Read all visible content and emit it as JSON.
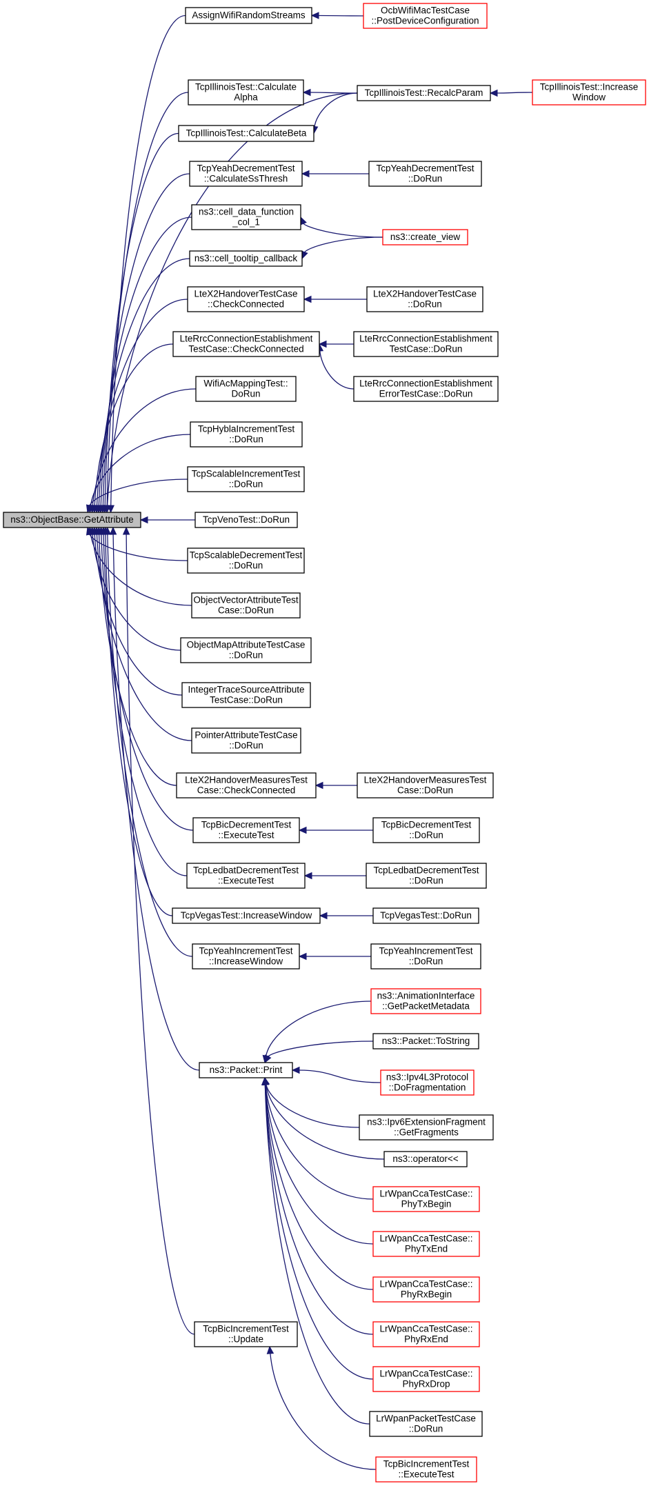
{
  "colors": {
    "edge": "#191970",
    "node_border": "#000000",
    "node_border_red": "#ff0000",
    "root_fill": "#bfbfbf"
  },
  "nodes": {
    "root": {
      "lines": [
        "ns3::ObjectBase::GetAttribute"
      ],
      "style": "root"
    },
    "assign": {
      "lines": [
        "AssignWifiRandomStreams"
      ],
      "style": "black"
    },
    "ocb": {
      "lines": [
        "OcbWifiMacTestCase",
        "::PostDeviceConfiguration"
      ],
      "style": "red"
    },
    "ill_alpha": {
      "lines": [
        "TcpIllinoisTest::Calculate",
        "Alpha"
      ],
      "style": "black"
    },
    "ill_recalc": {
      "lines": [
        "TcpIllinoisTest::RecalcParam"
      ],
      "style": "black"
    },
    "ill_incwin": {
      "lines": [
        "TcpIllinoisTest::Increase",
        "Window"
      ],
      "style": "red"
    },
    "ill_beta": {
      "lines": [
        "TcpIllinoisTest::CalculateBeta"
      ],
      "style": "black"
    },
    "yeah_dec": {
      "lines": [
        "TcpYeahDecrementTest",
        "::CalculateSsThresh"
      ],
      "style": "black"
    },
    "yeah_dec_run": {
      "lines": [
        "TcpYeahDecrementTest",
        "::DoRun"
      ],
      "style": "black"
    },
    "cell_data": {
      "lines": [
        "ns3::cell_data_function",
        "_col_1"
      ],
      "style": "black"
    },
    "create_view": {
      "lines": [
        "ns3::create_view"
      ],
      "style": "red"
    },
    "cell_tooltip": {
      "lines": [
        "ns3::cell_tooltip_callback"
      ],
      "style": "black"
    },
    "ltex2_cc": {
      "lines": [
        "LteX2HandoverTestCase",
        "::CheckConnected"
      ],
      "style": "black"
    },
    "ltex2_run": {
      "lines": [
        "LteX2HandoverTestCase",
        "::DoRun"
      ],
      "style": "black"
    },
    "lterrc_cc": {
      "lines": [
        "LteRrcConnectionEstablishment",
        "TestCase::CheckConnected"
      ],
      "style": "black"
    },
    "lterrc_run": {
      "lines": [
        "LteRrcConnectionEstablishment",
        "TestCase::DoRun"
      ],
      "style": "black"
    },
    "lterrc_err": {
      "lines": [
        "LteRrcConnectionEstablishment",
        "ErrorTestCase::DoRun"
      ],
      "style": "black"
    },
    "wifiac": {
      "lines": [
        "WifiAcMappingTest::",
        "DoRun"
      ],
      "style": "black"
    },
    "hybla": {
      "lines": [
        "TcpHyblaIncrementTest",
        "::DoRun"
      ],
      "style": "black"
    },
    "scal_inc": {
      "lines": [
        "TcpScalableIncrementTest",
        "::DoRun"
      ],
      "style": "black"
    },
    "veno": {
      "lines": [
        "TcpVenoTest::DoRun"
      ],
      "style": "black"
    },
    "scal_dec": {
      "lines": [
        "TcpScalableDecrementTest",
        "::DoRun"
      ],
      "style": "black"
    },
    "objvec": {
      "lines": [
        "ObjectVectorAttributeTest",
        "Case::DoRun"
      ],
      "style": "black"
    },
    "objmap": {
      "lines": [
        "ObjectMapAttributeTestCase",
        "::DoRun"
      ],
      "style": "black"
    },
    "inttrace": {
      "lines": [
        "IntegerTraceSourceAttribute",
        "TestCase::DoRun"
      ],
      "style": "black"
    },
    "pointer": {
      "lines": [
        "PointerAttributeTestCase",
        "::DoRun"
      ],
      "style": "black"
    },
    "ltex2m_cc": {
      "lines": [
        "LteX2HandoverMeasuresTest",
        "Case::CheckConnected"
      ],
      "style": "black"
    },
    "ltex2m_run": {
      "lines": [
        "LteX2HandoverMeasuresTest",
        "Case::DoRun"
      ],
      "style": "black"
    },
    "bicdec": {
      "lines": [
        "TcpBicDecrementTest",
        "::ExecuteTest"
      ],
      "style": "black"
    },
    "bicdec_run": {
      "lines": [
        "TcpBicDecrementTest",
        "::DoRun"
      ],
      "style": "black"
    },
    "ledbat": {
      "lines": [
        "TcpLedbatDecrementTest",
        "::ExecuteTest"
      ],
      "style": "black"
    },
    "ledbat_run": {
      "lines": [
        "TcpLedbatDecrementTest",
        "::DoRun"
      ],
      "style": "black"
    },
    "vegas": {
      "lines": [
        "TcpVegasTest::IncreaseWindow"
      ],
      "style": "black"
    },
    "vegas_run": {
      "lines": [
        "TcpVegasTest::DoRun"
      ],
      "style": "black"
    },
    "yeah_inc": {
      "lines": [
        "TcpYeahIncrementTest",
        "::IncreaseWindow"
      ],
      "style": "black"
    },
    "yeah_inc_run": {
      "lines": [
        "TcpYeahIncrementTest",
        "::DoRun"
      ],
      "style": "black"
    },
    "pkt_print": {
      "lines": [
        "ns3::Packet::Print"
      ],
      "style": "black"
    },
    "anim": {
      "lines": [
        "ns3::AnimationInterface",
        "::GetPacketMetadata"
      ],
      "style": "red"
    },
    "tostring": {
      "lines": [
        "ns3::Packet::ToString"
      ],
      "style": "black"
    },
    "ipv4frag": {
      "lines": [
        "ns3::Ipv4L3Protocol",
        "::DoFragmentation"
      ],
      "style": "red"
    },
    "ipv6frag": {
      "lines": [
        "ns3::Ipv6ExtensionFragment",
        "::GetFragments"
      ],
      "style": "black"
    },
    "operator": {
      "lines": [
        "ns3::operator<<"
      ],
      "style": "black"
    },
    "phytxbegin": {
      "lines": [
        "LrWpanCcaTestCase::",
        "PhyTxBegin"
      ],
      "style": "red"
    },
    "phytxend": {
      "lines": [
        "LrWpanCcaTestCase::",
        "PhyTxEnd"
      ],
      "style": "red"
    },
    "phyrxbegin": {
      "lines": [
        "LrWpanCcaTestCase::",
        "PhyRxBegin"
      ],
      "style": "red"
    },
    "phyrxend": {
      "lines": [
        "LrWpanCcaTestCase::",
        "PhyRxEnd"
      ],
      "style": "red"
    },
    "phyrxdrop": {
      "lines": [
        "LrWpanCcaTestCase::",
        "PhyRxDrop"
      ],
      "style": "red"
    },
    "lrwpanpkt": {
      "lines": [
        "LrWpanPacketTestCase",
        "::DoRun"
      ],
      "style": "black"
    },
    "bicinc": {
      "lines": [
        "TcpBicIncrementTest",
        "::Update"
      ],
      "style": "black"
    },
    "bicinc_exec": {
      "lines": [
        "TcpBicIncrementTest",
        "::ExecuteTest"
      ],
      "style": "red"
    }
  },
  "edges": [
    {
      "from": "assign",
      "to": "root"
    },
    {
      "from": "ill_recalc",
      "to": "root"
    },
    {
      "from": "ill_alpha",
      "to": "root"
    },
    {
      "from": "ill_beta",
      "to": "root"
    },
    {
      "from": "yeah_dec",
      "to": "root"
    },
    {
      "from": "cell_data",
      "to": "root"
    },
    {
      "from": "cell_tooltip",
      "to": "root"
    },
    {
      "from": "ltex2_cc",
      "to": "root"
    },
    {
      "from": "lterrc_cc",
      "to": "root"
    },
    {
      "from": "wifiac",
      "to": "root"
    },
    {
      "from": "hybla",
      "to": "root"
    },
    {
      "from": "scal_inc",
      "to": "root"
    },
    {
      "from": "veno",
      "to": "root"
    },
    {
      "from": "scal_dec",
      "to": "root"
    },
    {
      "from": "objvec",
      "to": "root"
    },
    {
      "from": "objmap",
      "to": "root"
    },
    {
      "from": "inttrace",
      "to": "root"
    },
    {
      "from": "pointer",
      "to": "root"
    },
    {
      "from": "ltex2m_cc",
      "to": "root"
    },
    {
      "from": "bicdec",
      "to": "root"
    },
    {
      "from": "ledbat",
      "to": "root"
    },
    {
      "from": "vegas",
      "to": "root"
    },
    {
      "from": "yeah_inc",
      "to": "root"
    },
    {
      "from": "pkt_print",
      "to": "root"
    },
    {
      "from": "bicinc",
      "to": "root"
    },
    {
      "from": "ocb",
      "to": "assign"
    },
    {
      "from": "ill_recalc",
      "to": "ill_alpha"
    },
    {
      "from": "ill_recalc",
      "to": "ill_beta"
    },
    {
      "from": "ill_incwin",
      "to": "ill_recalc"
    },
    {
      "from": "yeah_dec_run",
      "to": "yeah_dec"
    },
    {
      "from": "create_view",
      "to": "cell_data"
    },
    {
      "from": "create_view",
      "to": "cell_tooltip"
    },
    {
      "from": "ltex2_run",
      "to": "ltex2_cc"
    },
    {
      "from": "lterrc_run",
      "to": "lterrc_cc"
    },
    {
      "from": "lterrc_err",
      "to": "lterrc_cc"
    },
    {
      "from": "ltex2m_run",
      "to": "ltex2m_cc"
    },
    {
      "from": "bicdec_run",
      "to": "bicdec"
    },
    {
      "from": "ledbat_run",
      "to": "ledbat"
    },
    {
      "from": "vegas_run",
      "to": "vegas"
    },
    {
      "from": "yeah_inc_run",
      "to": "yeah_inc"
    },
    {
      "from": "anim",
      "to": "pkt_print"
    },
    {
      "from": "tostring",
      "to": "pkt_print"
    },
    {
      "from": "ipv4frag",
      "to": "pkt_print"
    },
    {
      "from": "ipv6frag",
      "to": "pkt_print"
    },
    {
      "from": "operator",
      "to": "pkt_print"
    },
    {
      "from": "phytxbegin",
      "to": "pkt_print"
    },
    {
      "from": "phytxend",
      "to": "pkt_print"
    },
    {
      "from": "phyrxbegin",
      "to": "pkt_print"
    },
    {
      "from": "phyrxend",
      "to": "pkt_print"
    },
    {
      "from": "phyrxdrop",
      "to": "pkt_print"
    },
    {
      "from": "lrwpanpkt",
      "to": "pkt_print"
    },
    {
      "from": "bicinc_exec",
      "to": "bicinc"
    }
  ]
}
